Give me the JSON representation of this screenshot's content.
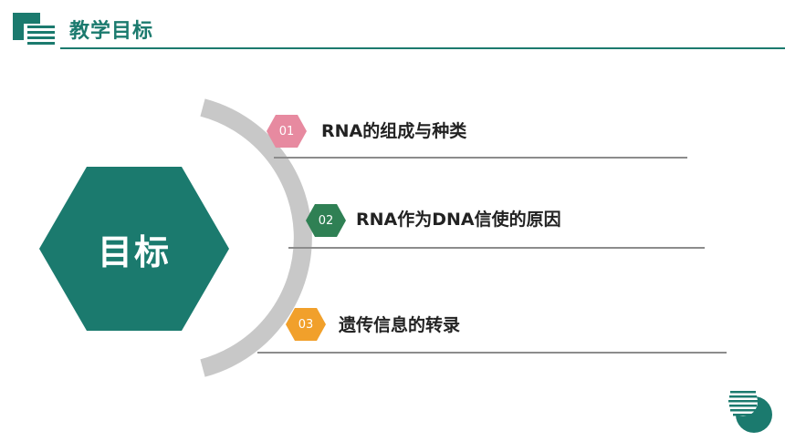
{
  "header": {
    "title": "教学目标"
  },
  "hexagon": {
    "label": "目标"
  },
  "items": [
    {
      "number": "01",
      "text": "RNA的组成与种类",
      "color": "#e78aa0"
    },
    {
      "number": "02",
      "text": "RNA作为DNA信使的原因",
      "color": "#2f8054"
    },
    {
      "number": "03",
      "text": "遗传信息的转录",
      "color": "#f1a02b"
    }
  ],
  "colors": {
    "primary": "#1b7a6e",
    "arc": "#c8c8c8",
    "divider": "#8c8c8c"
  }
}
